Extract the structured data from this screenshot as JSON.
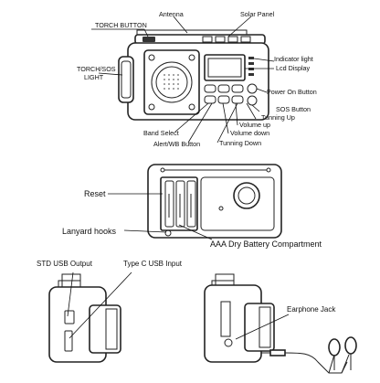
{
  "labels": {
    "torch_button": "TORCH BUTTON",
    "antenna": "Antenna",
    "solar_panel": "Solar Panel",
    "torch_sos_light_line1": "TORCH/SOS",
    "torch_sos_light_line2": "LIGHT",
    "indicator_light": "Indicator light",
    "lcd_display": "Lcd Display",
    "power_on_button": "Power On Button",
    "sos_button": "SOS Button",
    "tuning_up": "Tunning Up",
    "volume_up": "Volume up",
    "volume_down": "Volume down",
    "band_select": "Band Select",
    "alert_wb_button": "Alert/WB Button",
    "tuning_down": "Tunning Down",
    "reset": "Reset",
    "lanyard_hooks": "Lanyard hooks",
    "aaa_battery": "AAA Dry Battery Compartment",
    "std_usb_output": "STD USB Output",
    "type_c_usb_input": "Type C  USB Input",
    "earphone_jack": "Earphone Jack"
  },
  "colors": {
    "ink": "#111111",
    "device_outline": "#222222",
    "background": "#ffffff"
  }
}
